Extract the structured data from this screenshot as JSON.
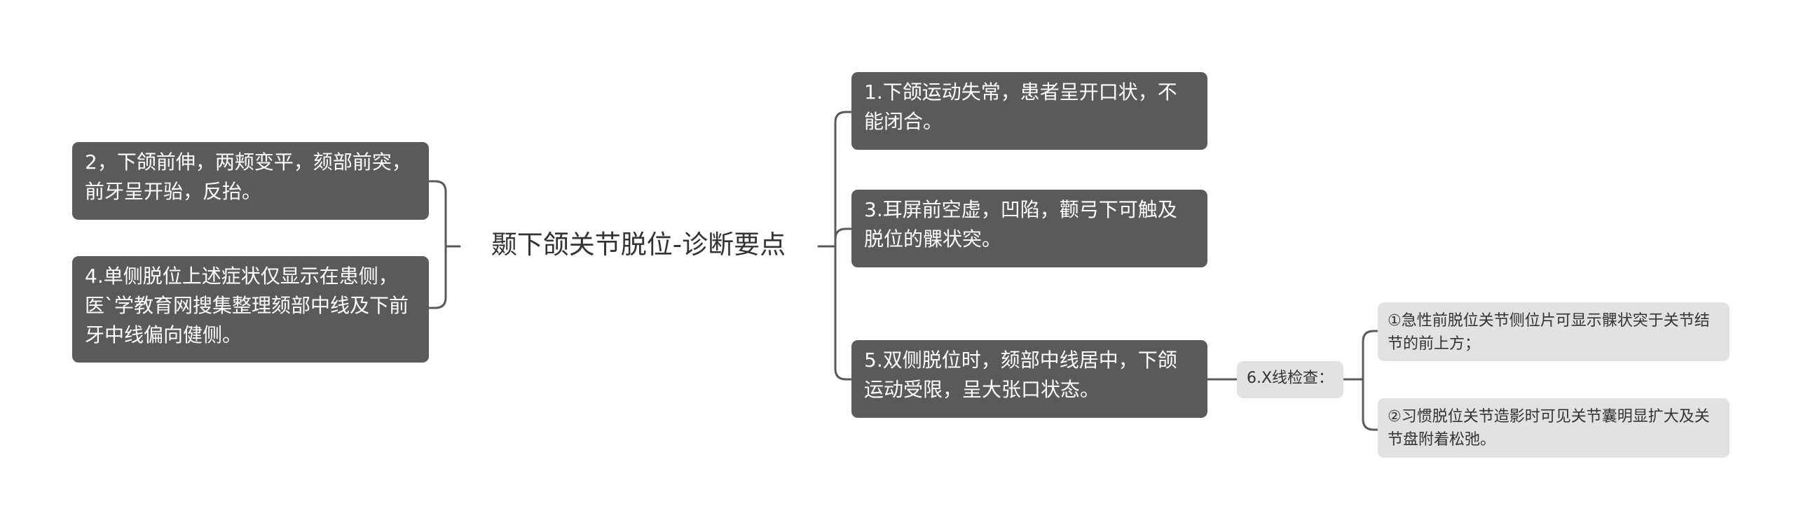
{
  "root": {
    "title": "颞下颌关节脱位-诊断要点"
  },
  "left": [
    {
      "text": "2，下颌前伸，两颊变平，颏部前突，前牙呈开骀，反抬。"
    },
    {
      "text": "4.单侧脱位上述症状仅显示在患侧，医`学教育网搜集整理颏部中线及下前牙中线偏向健侧。"
    }
  ],
  "right": [
    {
      "text": "1.下颌运动失常，患者呈开口状，不能闭合。"
    },
    {
      "text": "3.耳屏前空虚，凹陷，颧弓下可触及脱位的髁状突。"
    },
    {
      "text": "5.双侧脱位时，颏部中线居中，下颌运动受限，呈大张口状态。"
    }
  ],
  "sub": {
    "label": "6.X线检查：",
    "children": [
      {
        "text": "①急性前脱位关节侧位片可显示髁状突于关节结节的前上方；"
      },
      {
        "text": "②习惯脱位关节造影时可见关节囊明显扩大及关节盘附着松弛。"
      }
    ]
  },
  "colors": {
    "node_dark": "#5a5a5a",
    "node_light": "#e2e2e2",
    "connector": "#5a5a5a"
  }
}
